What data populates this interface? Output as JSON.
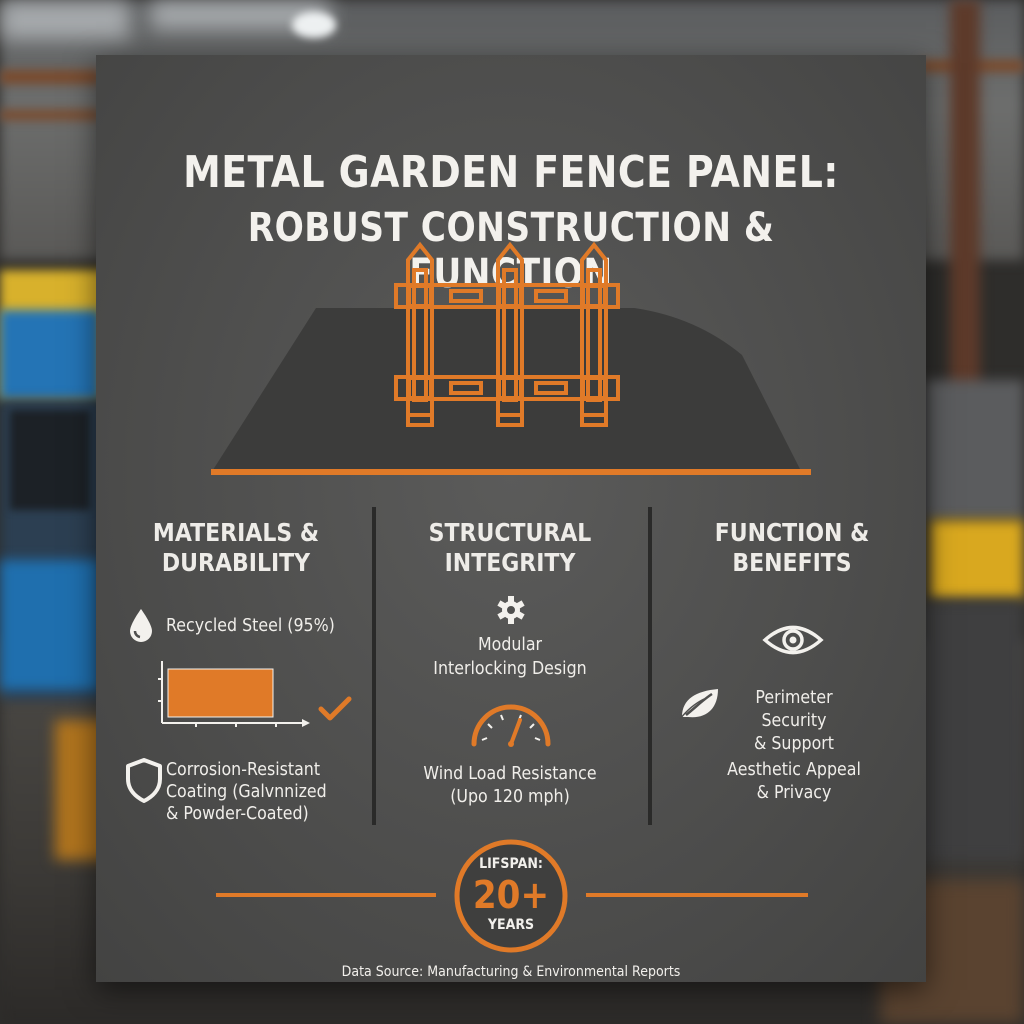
{
  "poster": {
    "title_line1": "METAL GARDEN FENCE PANEL:",
    "title_line2": "ROBUST CONSTRUCTION & FUNCTION",
    "footer": "Data Source: Manufacturing & Environmental Reports"
  },
  "columns": {
    "materials": {
      "title_line1": "MATERIALS &",
      "title_line2": "DURABILITY",
      "recycled_label": "Recycled Steel (95%)",
      "recycled_share": 0.95,
      "coating_line1": "Corrosion-Resistant",
      "coating_line2": "Coating (Galvnnized",
      "coating_line3": "& Powder-Coated)"
    },
    "structural": {
      "title_line1": "STRUCTURAL",
      "title_line2": "INTEGRITY",
      "modular_line1": "Modular",
      "modular_line2": "Interlocking Design",
      "wind_line1": "Wind Load Resistance",
      "wind_line2": "(Upo 120 mph)"
    },
    "function": {
      "title_line1": "FUNCTION &",
      "title_line2": "BENEFITS",
      "security_line1": "Perimeter Security",
      "security_line2": "& Support",
      "aesthetic_line1": "Aesthetic Appeal",
      "aesthetic_line2": "& Privacy"
    }
  },
  "lifespan": {
    "label": "LIFSPAN:",
    "value": "20+",
    "unit": "YEARS"
  },
  "icons": {
    "drop": "water-drop-icon",
    "shield": "shield-icon",
    "check": "checkmark-icon",
    "gear": "gear-icon",
    "gauge": "speedometer-icon",
    "eye": "eye-icon",
    "leaf": "leaf-icon"
  },
  "colors": {
    "accent": "#e07a28",
    "panel": "#4f4f4e",
    "text": "#f0eeea"
  }
}
